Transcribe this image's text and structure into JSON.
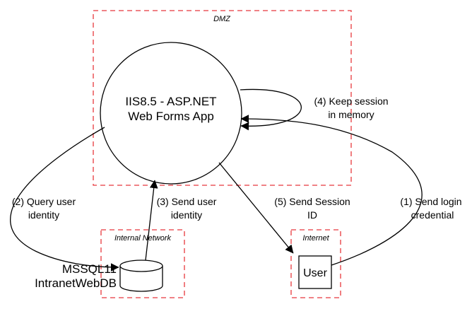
{
  "zones": {
    "dmz": "DMZ",
    "internal": "Internal Network",
    "internet": "Internet"
  },
  "nodes": {
    "webapp": {
      "line1": "IIS8.5 - ASP.NET",
      "line2": "Web Forms App"
    },
    "database": {
      "line1": "MSSQL11",
      "line2": "IntranetWebDB"
    },
    "user": "User"
  },
  "edges": {
    "send_login": {
      "line1": "(1) Send login",
      "line2": "credential"
    },
    "query_user": {
      "line1": "(2) Query user",
      "line2": "identity"
    },
    "send_user": {
      "line1": "(3) Send user",
      "line2": "identity"
    },
    "keep_session": {
      "line1": "(4) Keep session",
      "line2": "in memory"
    },
    "send_session": {
      "line1": "(5) Send Session",
      "line2": "ID"
    }
  }
}
